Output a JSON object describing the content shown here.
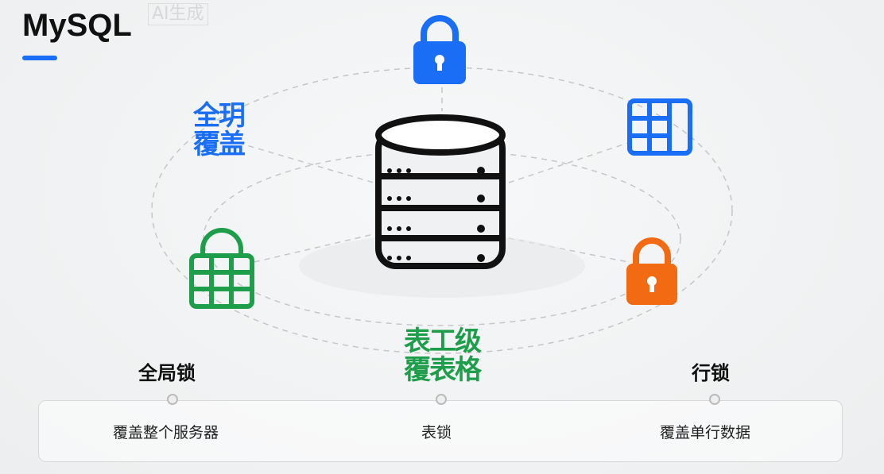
{
  "watermark": "AI生成",
  "title": "MySQL",
  "labels": {
    "blue": [
      "全玥",
      "覆盖"
    ],
    "green": [
      "表工级",
      "覆表格"
    ]
  },
  "columns": [
    {
      "heading": "全局锁",
      "desc": "覆盖整个服务器"
    },
    {
      "heading": "",
      "desc": "表锁"
    },
    {
      "heading": "行锁",
      "desc": "覆盖单行数据"
    }
  ],
  "colors": {
    "blue": "#1a6ef5",
    "green": "#1e9e4a",
    "orange": "#f26a12"
  }
}
